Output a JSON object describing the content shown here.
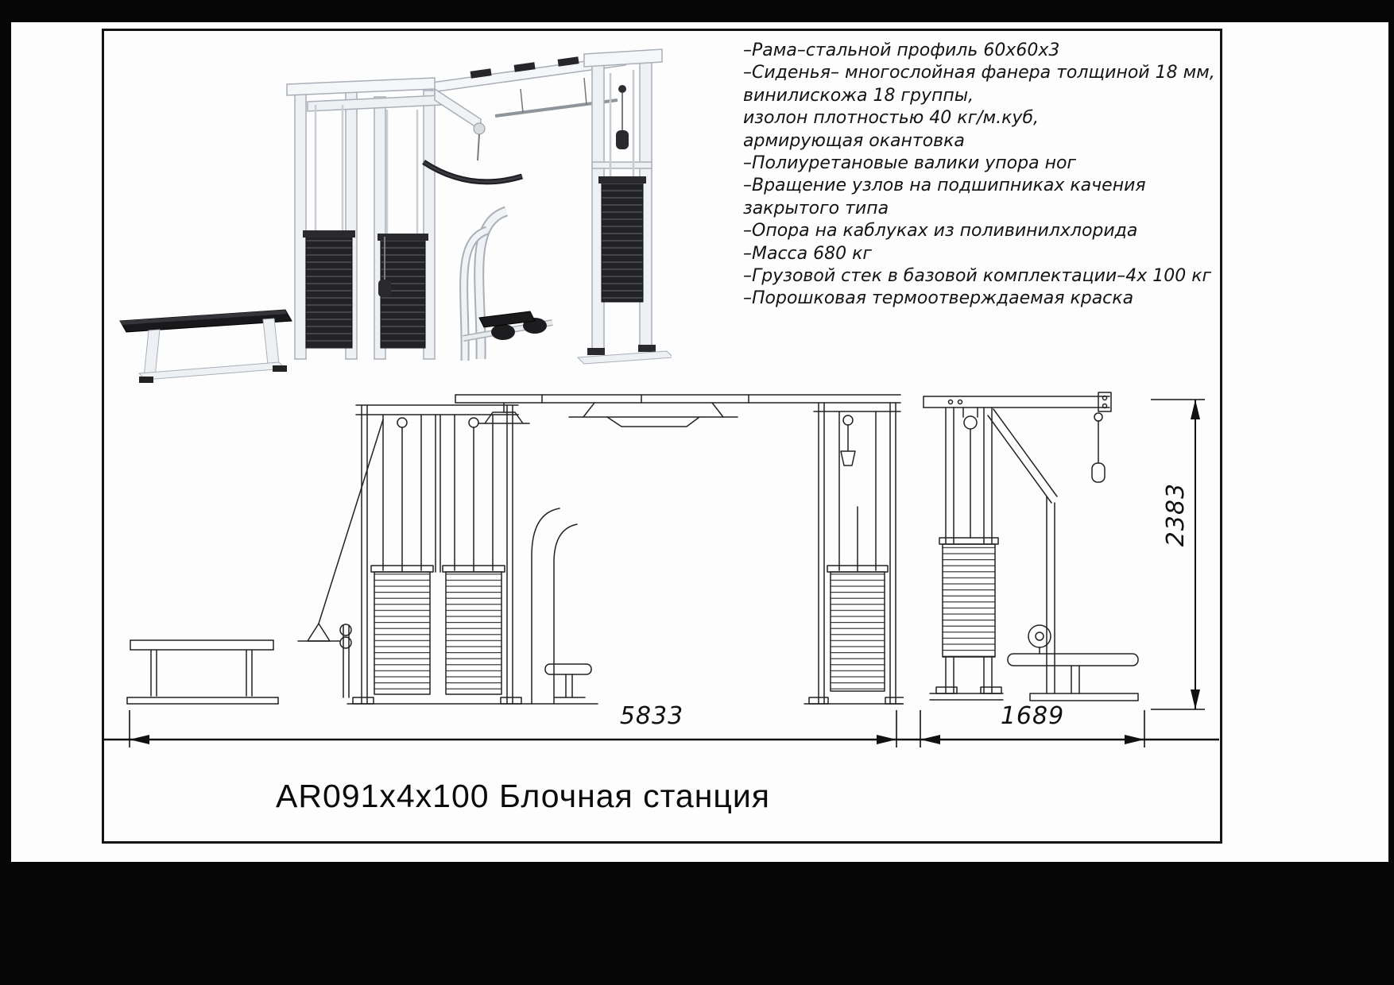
{
  "title_block": {
    "title": "AR091x4x100 Блочная станция"
  },
  "specs": {
    "lines": [
      "–Рама–стальной профиль 60х60х3",
      "–Сиденья– многослойная фанера толщиной 18 мм,",
      "винилискожа 18 группы,",
      "изолон плотностью 40 кг/м.куб,",
      "армирующая окантовка",
      "–Полиуретановые валики упора ног",
      "–Вращение узлов на подшипниках качения",
      "закрытого типа",
      "–Опора на каблуках из поливинилхлорида",
      "–Масса 680 кг",
      "–Грузовой стек в базовой комплектации–4х 100 кг",
      "–Порошковая термоотверждаемая краска"
    ]
  },
  "dimensions": {
    "total_width": "5833",
    "unit_depth": "1689",
    "height": "2383"
  }
}
